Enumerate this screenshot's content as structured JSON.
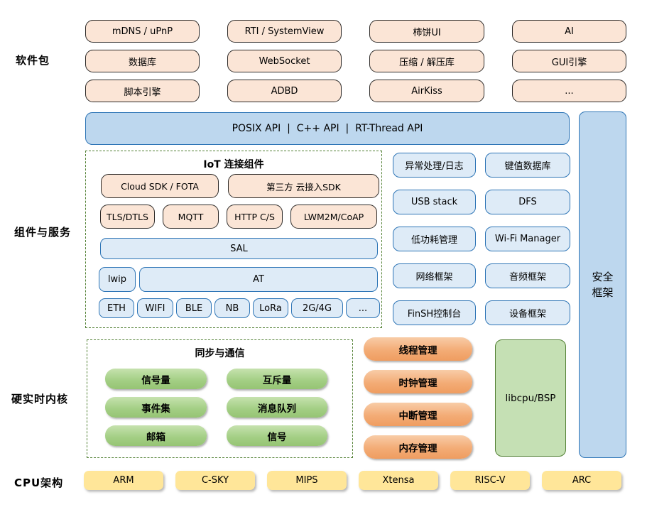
{
  "section_labels": {
    "packages": "软件包",
    "components": "组件与服务",
    "kernel": "硬实时内核",
    "cpu": "CPU架构"
  },
  "packages": [
    "mDNS / uPnP",
    "RTI / SystemView",
    "柿饼UI",
    "AI",
    "数据库",
    "WebSocket",
    "压缩 / 解压库",
    "GUI引擎",
    "脚本引擎",
    "ADBD",
    "AirKiss",
    "..."
  ],
  "api_banner": "POSIX API  |  C++ API  |  RT-Thread API",
  "security_framework": {
    "line1": "安全",
    "line2": "框架"
  },
  "iot": {
    "title": "IoT 连接组件",
    "sdk": [
      "Cloud SDK / FOTA",
      "第三方 云接入SDK"
    ],
    "protocols": [
      "TLS/DTLS",
      "MQTT",
      "HTTP C/S",
      "LWM2M/CoAP"
    ],
    "sal": "SAL",
    "lwip": "lwip",
    "at": "AT",
    "links": [
      "ETH",
      "WIFI",
      "BLE",
      "NB",
      "LoRa",
      "2G/4G",
      "..."
    ]
  },
  "services": [
    "异常处理/日志",
    "键值数据库",
    "USB stack",
    "DFS",
    "低功耗管理",
    "Wi-Fi Manager",
    "网络框架",
    "音频框架",
    "FinSH控制台",
    "设备框架"
  ],
  "sync": {
    "title": "同步与通信",
    "items": [
      "信号量",
      "互斥量",
      "事件集",
      "消息队列",
      "邮箱",
      "信号"
    ]
  },
  "kernel_mgmt": [
    "线程管理",
    "时钟管理",
    "中断管理",
    "内存管理"
  ],
  "libcpu": "libcpu/BSP",
  "cpu_archs": [
    "ARM",
    "C-SKY",
    "MIPS",
    "Xtensa",
    "RISC-V",
    "ARC"
  ],
  "colors": {
    "peach_fill": "#FBE5D6",
    "blue_fill": "#DEEBF7",
    "blue_banner_fill": "#BDD7EE",
    "blue_border": "#2E75B6",
    "green_pill": "#A9D18E",
    "green_box_fill": "#C5E0B4",
    "green_border": "#538135",
    "orange_pill": "#F4B183",
    "yellow_fill": "#FFE699"
  }
}
